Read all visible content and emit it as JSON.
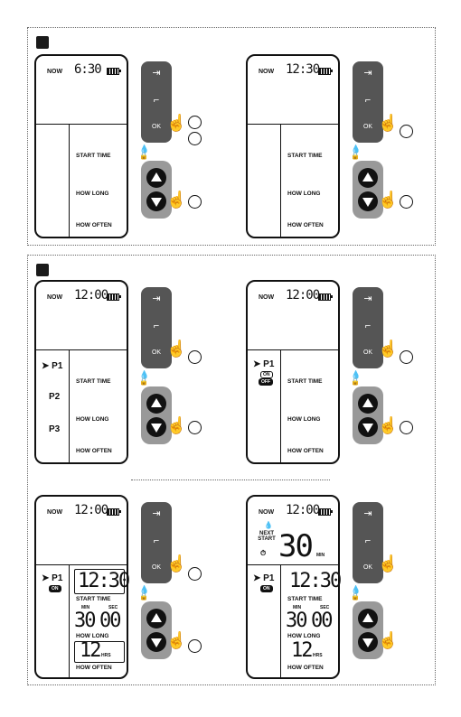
{
  "labels": {
    "now": "NOW",
    "start_time": "START TIME",
    "how_long": "HOW LONG",
    "how_often": "HOW OFTEN",
    "p1": "P1",
    "p2": "P2",
    "p3": "P3",
    "on": "ON",
    "off": "OFF",
    "min": "MIN",
    "sec": "SEC",
    "hrs": "HRS",
    "next_start": "NEXT START",
    "ok": "OK"
  },
  "clocks": {
    "panel1": "6:30",
    "panel2": "12:30",
    "panel3": "12:00",
    "panel4": "12:00",
    "panel5": "12:00",
    "panel6": "12:00"
  },
  "values": {
    "start_time": "12:30",
    "how_long_min": "30",
    "how_long_sec": "00",
    "how_often_hrs": "12",
    "next_start_min": "30"
  }
}
